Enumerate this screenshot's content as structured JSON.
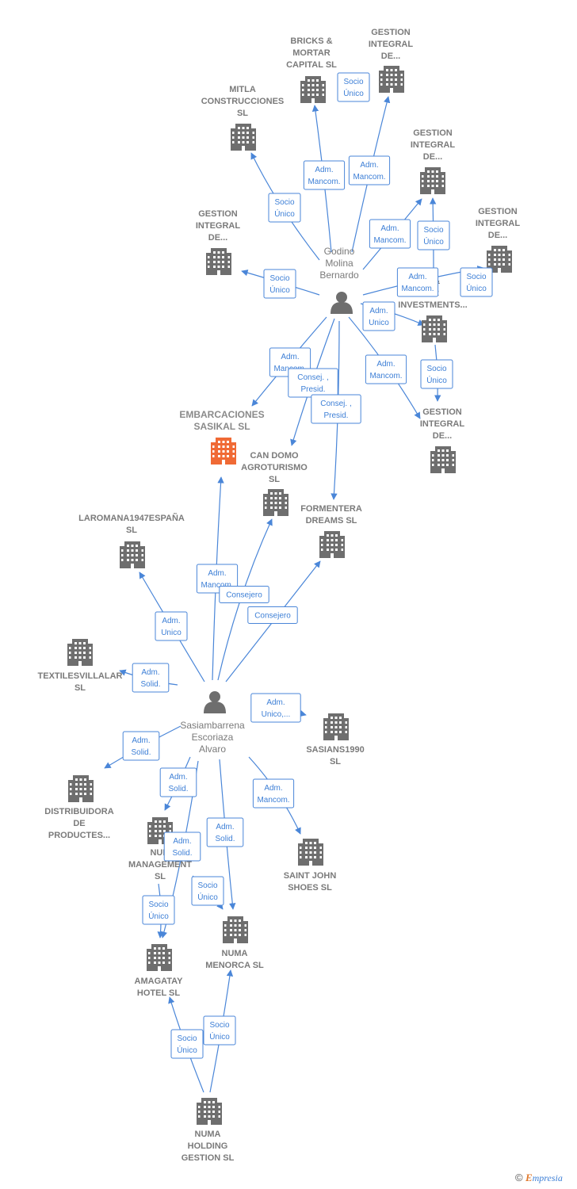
{
  "colors": {
    "edge": "#4a86d8",
    "building": "#6e6e6e",
    "building_highlight": "#f06a35",
    "person": "#6e6e6e",
    "label": "#7a7a7a"
  },
  "icons": {
    "company": "building-icon",
    "person": "person-icon"
  },
  "people": [
    {
      "id": "godino",
      "lines": [
        "Godino",
        "Molina",
        "Bernardo"
      ]
    },
    {
      "id": "sasiambarrena",
      "lines": [
        "Sasiambarrena",
        "Escoriaza",
        "Alvaro"
      ]
    }
  ],
  "companies": [
    {
      "id": "bricks",
      "lines": [
        "BRICKS &",
        "MORTAR",
        "CAPITAL  SL"
      ]
    },
    {
      "id": "gi1",
      "lines": [
        "GESTION",
        "INTEGRAL",
        "DE..."
      ]
    },
    {
      "id": "mitla",
      "lines": [
        "MITLA",
        "CONSTRUCCIONES",
        "SL"
      ]
    },
    {
      "id": "gi2",
      "lines": [
        "GESTION",
        "INTEGRAL",
        "DE..."
      ]
    },
    {
      "id": "gi3",
      "lines": [
        "GESTION",
        "INTEGRAL",
        "DE..."
      ]
    },
    {
      "id": "gi4",
      "lines": [
        "GESTION",
        "INTEGRAL",
        "DE..."
      ]
    },
    {
      "id": "investments",
      "lines": [
        "S &",
        "AR",
        "INVESTMENTS..."
      ]
    },
    {
      "id": "gi5",
      "lines": [
        "GESTION",
        "INTEGRAL",
        "DE..."
      ]
    },
    {
      "id": "embarcaciones",
      "lines": [
        "EMBARCACIONES",
        "SASIKAL  SL"
      ],
      "highlight": true
    },
    {
      "id": "candomo",
      "lines": [
        "CAN DOMO",
        "AGROTURISMO",
        "SL"
      ]
    },
    {
      "id": "formentera",
      "lines": [
        "FORMENTERA",
        "DREAMS  SL"
      ]
    },
    {
      "id": "laromana",
      "lines": [
        "LAROMANA1947ESPAÑA",
        "SL"
      ]
    },
    {
      "id": "textiles",
      "lines": [
        "TEXTILESVILLALAR",
        "SL"
      ]
    },
    {
      "id": "sasians",
      "lines": [
        "SASIANS1990",
        "SL"
      ]
    },
    {
      "id": "distribuidora",
      "lines": [
        "DISTRIBUIDORA",
        "DE",
        "PRODUCTES..."
      ]
    },
    {
      "id": "numamgmt",
      "lines": [
        "NUM",
        "MANAGEMENT",
        "SL"
      ]
    },
    {
      "id": "saintjohn",
      "lines": [
        "SAINT JOHN",
        "SHOES SL"
      ]
    },
    {
      "id": "amagatay",
      "lines": [
        "AMAGATAY",
        "HOTEL  SL"
      ]
    },
    {
      "id": "numamenorca",
      "lines": [
        "NUMA",
        "MENORCA  SL"
      ]
    },
    {
      "id": "numaholding",
      "lines": [
        "NUMA",
        "HOLDING",
        "GESTION  SL"
      ]
    }
  ],
  "edges": [
    {
      "id": "e-bricks",
      "lines": [
        "Adm.",
        "Mancom."
      ]
    },
    {
      "id": "e-bricks-socio",
      "lines": [
        "Socio",
        "Único"
      ]
    },
    {
      "id": "e-gi1",
      "lines": [
        "Adm.",
        "Mancom."
      ]
    },
    {
      "id": "e-mitla",
      "lines": [
        "Socio",
        "Único"
      ]
    },
    {
      "id": "e-gi2",
      "lines": [
        "Socio",
        "Único"
      ]
    },
    {
      "id": "e-gi3",
      "lines": [
        "Adm.",
        "Mancom."
      ]
    },
    {
      "id": "e-gi3-socio",
      "lines": [
        "Socio",
        "Único"
      ]
    },
    {
      "id": "e-gi4",
      "lines": [
        "Adm.",
        "Mancom."
      ]
    },
    {
      "id": "e-gi4-socio",
      "lines": [
        "Socio",
        "Único"
      ]
    },
    {
      "id": "e-investments",
      "lines": [
        "Adm.",
        "Unico"
      ]
    },
    {
      "id": "e-gi5",
      "lines": [
        "Adm.",
        "Mancom."
      ]
    },
    {
      "id": "e-gi5-socio",
      "lines": [
        "Socio",
        "Único"
      ]
    },
    {
      "id": "e-emb-godino",
      "lines": [
        "Adm.",
        "Mancom."
      ]
    },
    {
      "id": "e-candomo-godino",
      "lines": [
        "Consej. ,",
        "Presid."
      ]
    },
    {
      "id": "e-formentera-godino",
      "lines": [
        "Consej. ,",
        "Presid."
      ]
    },
    {
      "id": "e-emb-sasi",
      "lines": [
        "Adm.",
        "Mancom."
      ]
    },
    {
      "id": "e-candomo-sasi",
      "lines": [
        "Consejero"
      ]
    },
    {
      "id": "e-formentera-sasi",
      "lines": [
        "Consejero"
      ]
    },
    {
      "id": "e-laromana",
      "lines": [
        "Adm.",
        "Unico"
      ]
    },
    {
      "id": "e-textiles",
      "lines": [
        "Adm.",
        "Solid."
      ]
    },
    {
      "id": "e-sasians",
      "lines": [
        "Adm.",
        "Unico,..."
      ]
    },
    {
      "id": "e-distribuidora",
      "lines": [
        "Adm.",
        "Solid."
      ]
    },
    {
      "id": "e-numamgmt",
      "lines": [
        "Adm.",
        "Solid."
      ]
    },
    {
      "id": "e-amagatay",
      "lines": [
        "Adm.",
        "Solid."
      ]
    },
    {
      "id": "e-numamenorca",
      "lines": [
        "Adm.",
        "Solid."
      ]
    },
    {
      "id": "e-saintjohn",
      "lines": [
        "Adm.",
        "Mancom."
      ]
    },
    {
      "id": "e-mgmt-amagatay",
      "lines": [
        "Socio",
        "Único"
      ]
    },
    {
      "id": "e-mgmt-menorca",
      "lines": [
        "Socio",
        "Único"
      ]
    },
    {
      "id": "e-holding-amagatay",
      "lines": [
        "Socio",
        "Único"
      ]
    },
    {
      "id": "e-holding-menorca",
      "lines": [
        "Socio",
        "Único"
      ]
    }
  ],
  "watermark": {
    "symbol": "©",
    "brand_first": "E",
    "brand_rest": "mpresia"
  }
}
